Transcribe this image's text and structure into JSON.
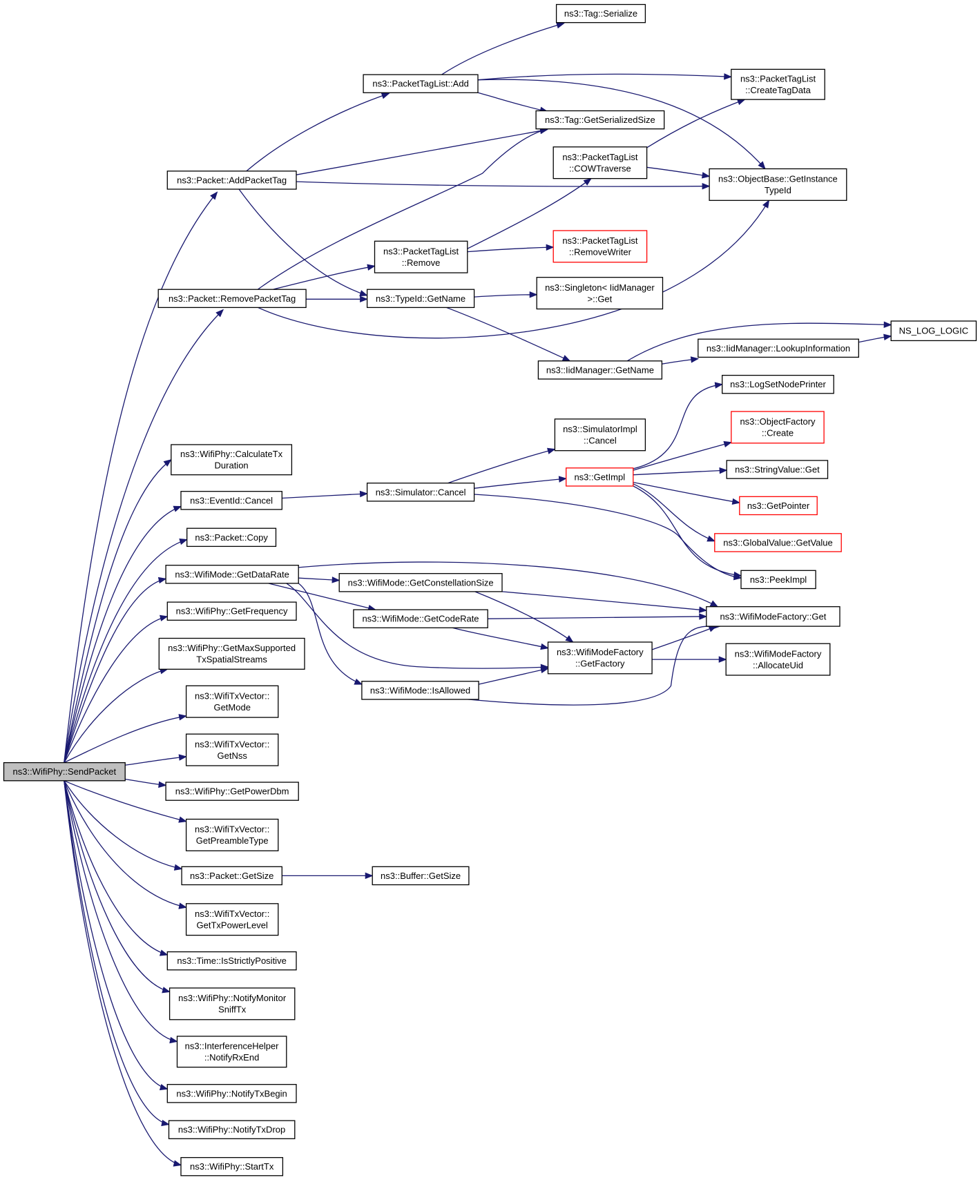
{
  "graph": {
    "arrow_color": "#191970",
    "truncated_border_color": "#ff0000",
    "root_fill_color": "#bfbfbf",
    "nodes": [
      {
        "id": "sendpacket",
        "lines": [
          "ns3::WifiPhy::SendPacket"
        ],
        "root": true
      },
      {
        "id": "tag-serialize",
        "lines": [
          "ns3::Tag::Serialize"
        ]
      },
      {
        "id": "ptl-add",
        "lines": [
          "ns3::PacketTagList::Add"
        ]
      },
      {
        "id": "ptl-createtagdata",
        "lines": [
          "ns3::PacketTagList",
          "::CreateTagData"
        ]
      },
      {
        "id": "tag-getserializedsize",
        "lines": [
          "ns3::Tag::GetSerializedSize"
        ]
      },
      {
        "id": "ptl-cowtraverse",
        "lines": [
          "ns3::PacketTagList",
          "::COWTraverse"
        ]
      },
      {
        "id": "packet-addpackettag",
        "lines": [
          "ns3::Packet::AddPacketTag"
        ]
      },
      {
        "id": "objectbase-getinstancetypeid",
        "lines": [
          "ns3::ObjectBase::GetInstance",
          "TypeId"
        ]
      },
      {
        "id": "ptl-remove",
        "lines": [
          "ns3::PacketTagList",
          "::Remove"
        ]
      },
      {
        "id": "ptl-removewriter",
        "lines": [
          "ns3::PacketTagList",
          "::RemoveWriter"
        ],
        "truncated": true
      },
      {
        "id": "packet-removepackettag",
        "lines": [
          "ns3::Packet::RemovePacketTag"
        ]
      },
      {
        "id": "typeid-getname",
        "lines": [
          "ns3::TypeId::GetName"
        ]
      },
      {
        "id": "singleton-get",
        "lines": [
          "ns3::Singleton< IidManager",
          ">::Get"
        ]
      },
      {
        "id": "ns-log-logic",
        "lines": [
          "NS_LOG_LOGIC"
        ]
      },
      {
        "id": "iidmanager-lookupinformation",
        "lines": [
          "ns3::IidManager::LookupInformation"
        ]
      },
      {
        "id": "iidmanager-getname",
        "lines": [
          "ns3::IidManager::GetName"
        ]
      },
      {
        "id": "logsetnodeprinter",
        "lines": [
          "ns3::LogSetNodePrinter"
        ]
      },
      {
        "id": "simulatorimpl-cancel",
        "lines": [
          "ns3::SimulatorImpl",
          "::Cancel"
        ]
      },
      {
        "id": "objectfactory-create",
        "lines": [
          "ns3::ObjectFactory",
          "::Create"
        ],
        "truncated": true
      },
      {
        "id": "wifiphy-calculatetxduration",
        "lines": [
          "ns3::WifiPhy::CalculateTx",
          "Duration"
        ]
      },
      {
        "id": "stringvalue-get",
        "lines": [
          "ns3::StringValue::Get"
        ]
      },
      {
        "id": "getimpl",
        "lines": [
          "ns3::GetImpl"
        ],
        "truncated": true
      },
      {
        "id": "eventid-cancel",
        "lines": [
          "ns3::EventId::Cancel"
        ]
      },
      {
        "id": "simulator-cancel",
        "lines": [
          "ns3::Simulator::Cancel"
        ]
      },
      {
        "id": "getpointer",
        "lines": [
          "ns3::GetPointer"
        ],
        "truncated": true
      },
      {
        "id": "packet-copy",
        "lines": [
          "ns3::Packet::Copy"
        ]
      },
      {
        "id": "globalvalue-getvalue",
        "lines": [
          "ns3::GlobalValue::GetValue"
        ],
        "truncated": true
      },
      {
        "id": "wifimode-getdatarate",
        "lines": [
          "ns3::WifiMode::GetDataRate"
        ]
      },
      {
        "id": "peekimpl",
        "lines": [
          "ns3::PeekImpl"
        ]
      },
      {
        "id": "wifimode-getconstellationsize",
        "lines": [
          "ns3::WifiMode::GetConstellationSize"
        ]
      },
      {
        "id": "wifiphy-getfrequency",
        "lines": [
          "ns3::WifiPhy::GetFrequency"
        ]
      },
      {
        "id": "wifimode-getcoderate",
        "lines": [
          "ns3::WifiMode::GetCodeRate"
        ]
      },
      {
        "id": "wifimodefactory-get",
        "lines": [
          "ns3::WifiModeFactory::Get"
        ]
      },
      {
        "id": "wifiphy-getmaxsupportedtxspatialstreams",
        "lines": [
          "ns3::WifiPhy::GetMaxSupported",
          "TxSpatialStreams"
        ]
      },
      {
        "id": "wifimodefactory-getfactory",
        "lines": [
          "ns3::WifiModeFactory",
          "::GetFactory"
        ]
      },
      {
        "id": "wifimodefactory-allocateuid",
        "lines": [
          "ns3::WifiModeFactory",
          "::AllocateUid"
        ]
      },
      {
        "id": "wifimode-isallowed",
        "lines": [
          "ns3::WifiMode::IsAllowed"
        ]
      },
      {
        "id": "wifitxvector-getmode",
        "lines": [
          "ns3::WifiTxVector::",
          "GetMode"
        ]
      },
      {
        "id": "wifitxvector-getnss",
        "lines": [
          "ns3::WifiTxVector::",
          "GetNss"
        ]
      },
      {
        "id": "wifiphy-getpowerdbm",
        "lines": [
          "ns3::WifiPhy::GetPowerDbm"
        ]
      },
      {
        "id": "wifitxvector-getpreambletype",
        "lines": [
          "ns3::WifiTxVector::",
          "GetPreambleType"
        ]
      },
      {
        "id": "packet-getsize",
        "lines": [
          "ns3::Packet::GetSize"
        ]
      },
      {
        "id": "buffer-getsize",
        "lines": [
          "ns3::Buffer::GetSize"
        ]
      },
      {
        "id": "wifitxvector-gettxpowerlevel",
        "lines": [
          "ns3::WifiTxVector::",
          "GetTxPowerLevel"
        ]
      },
      {
        "id": "time-isstrictlypositive",
        "lines": [
          "ns3::Time::IsStrictlyPositive"
        ]
      },
      {
        "id": "wifiphy-notifymonitorsnifftx",
        "lines": [
          "ns3::WifiPhy::NotifyMonitor",
          "SniffTx"
        ]
      },
      {
        "id": "interferencehelper-notifyrxend",
        "lines": [
          "ns3::InterferenceHelper",
          "::NotifyRxEnd"
        ]
      },
      {
        "id": "wifiphy-notifytxbegin",
        "lines": [
          "ns3::WifiPhy::NotifyTxBegin"
        ]
      },
      {
        "id": "wifiphy-notifytxdrop",
        "lines": [
          "ns3::WifiPhy::NotifyTxDrop"
        ]
      },
      {
        "id": "wifiphy-starttx",
        "lines": [
          "ns3::WifiPhy::StartTx"
        ]
      }
    ]
  }
}
